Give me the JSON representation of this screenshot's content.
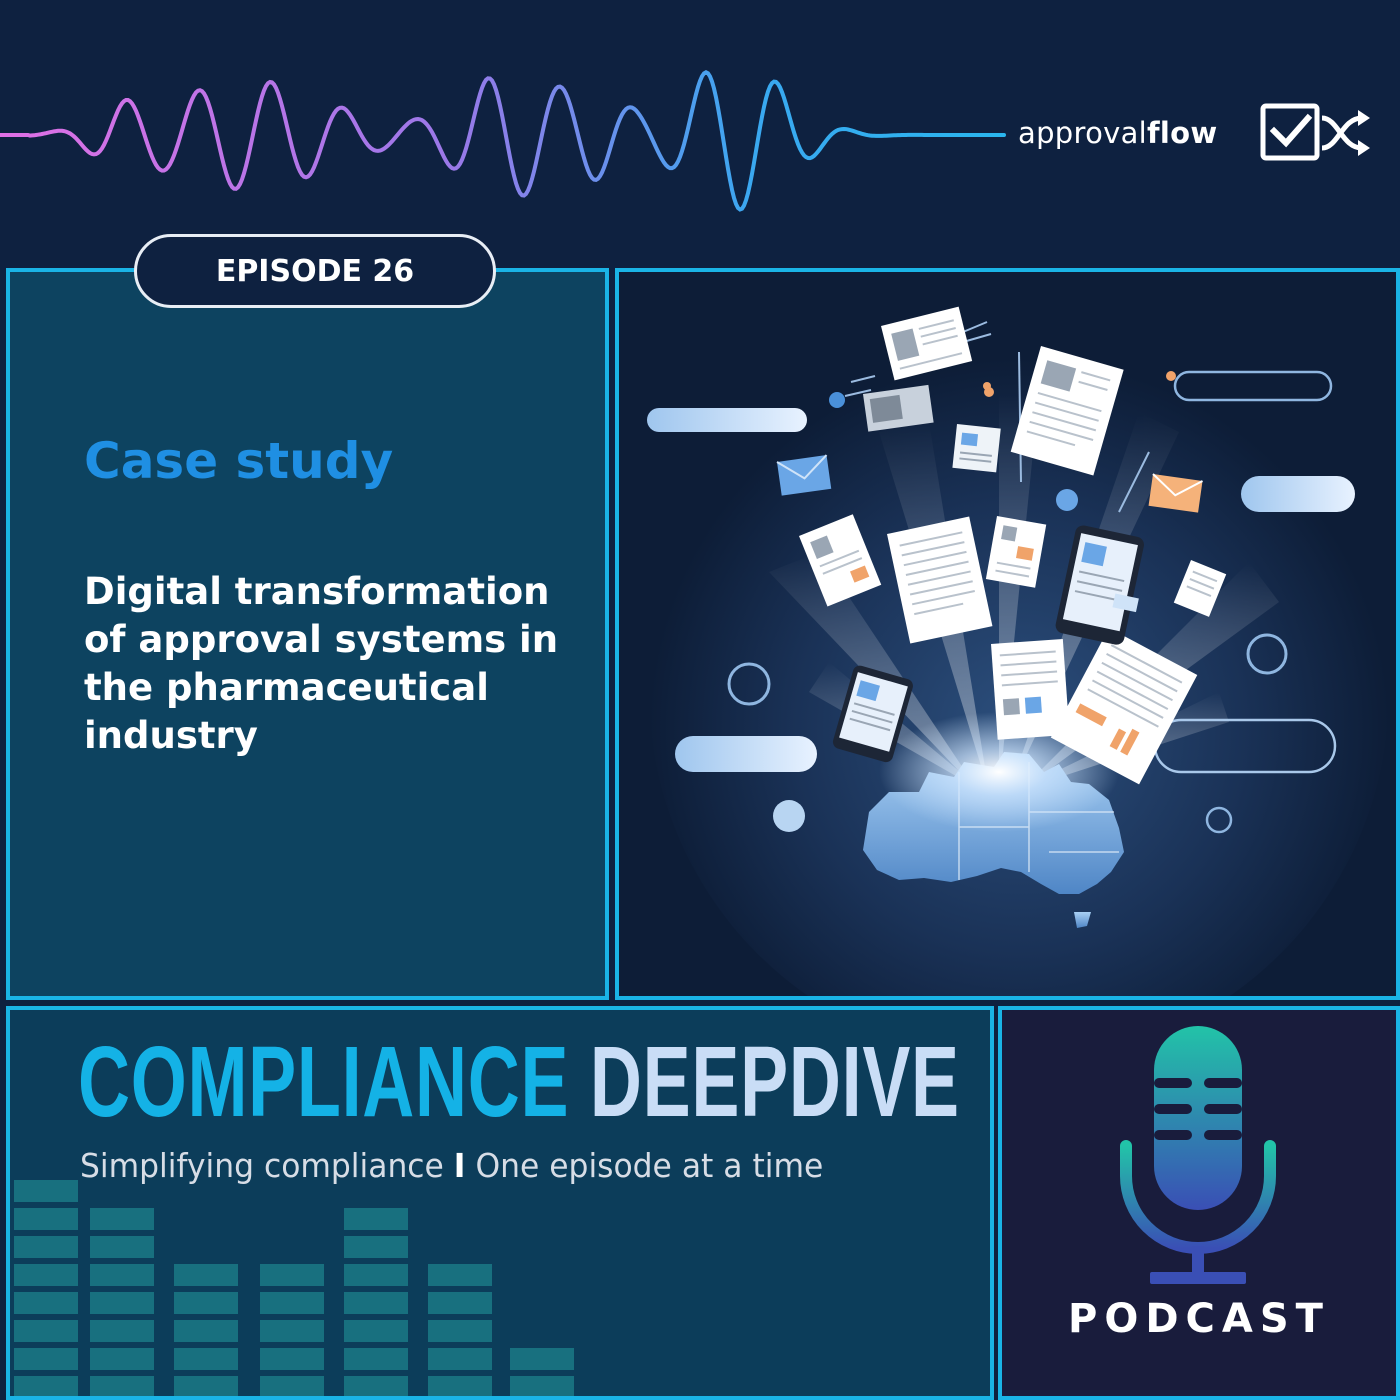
{
  "brand": {
    "name_regular": "approval",
    "name_bold": "flow"
  },
  "episode": {
    "label": "EPISODE 26"
  },
  "case": {
    "label": "Case study",
    "title_lines": [
      "Digital transformation",
      "of approval systems in",
      "the pharmaceutical",
      "industry"
    ]
  },
  "show": {
    "title_part1": "COMPLIANCE",
    "title_part2": "DEEPDIVE",
    "tagline_left": "Simplifying compliance",
    "tagline_sep": "I",
    "tagline_right": "One episode at a time"
  },
  "podcast": {
    "label": "PODCAST"
  },
  "colors": {
    "background": "#0e2140",
    "frame": "#1ab4e6",
    "case_label": "#1f8fe3",
    "title_cyan": "#14b2e6",
    "title_light": "#c9ddf6",
    "mic_top": "#22c3a8",
    "mic_bottom": "#3a4fb5"
  },
  "icons": [
    "sound-wave-icon",
    "approval-check-icon",
    "shuffle-arrows-icon",
    "microphone-icon",
    "australia-map-icon",
    "document-icon",
    "tablet-icon",
    "envelope-icon",
    "equalizer-bars-icon"
  ]
}
